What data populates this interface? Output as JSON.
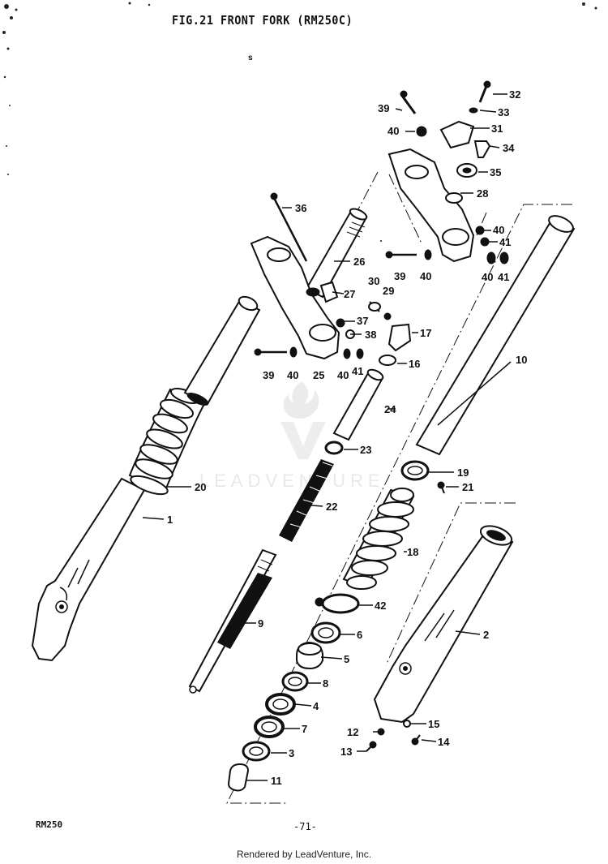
{
  "header": {
    "title": "FIG.21  FRONT FORK (RM250C)",
    "mark": "s"
  },
  "footer": {
    "model": "RM250",
    "page": "-71-",
    "rendered_by": "Rendered by LeadVenture, Inc."
  },
  "watermark": {
    "text": "LEADVENTURE"
  },
  "callouts": [
    {
      "id": "32",
      "text": "32"
    },
    {
      "id": "33",
      "text": "33"
    },
    {
      "id": "39a",
      "text": "39"
    },
    {
      "id": "31",
      "text": "31"
    },
    {
      "id": "40a",
      "text": "40"
    },
    {
      "id": "34",
      "text": "34"
    },
    {
      "id": "35",
      "text": "35"
    },
    {
      "id": "28",
      "text": "28"
    },
    {
      "id": "36",
      "text": "36"
    },
    {
      "id": "40b",
      "text": "40"
    },
    {
      "id": "41a",
      "text": "41"
    },
    {
      "id": "26",
      "text": "26"
    },
    {
      "id": "39b",
      "text": "39"
    },
    {
      "id": "40c",
      "text": "40"
    },
    {
      "id": "40d",
      "text": "40"
    },
    {
      "id": "41b",
      "text": "41"
    },
    {
      "id": "30",
      "text": "30"
    },
    {
      "id": "29",
      "text": "29"
    },
    {
      "id": "27",
      "text": "27"
    },
    {
      "id": "37",
      "text": "37"
    },
    {
      "id": "38",
      "text": "38"
    },
    {
      "id": "17",
      "text": "17"
    },
    {
      "id": "10",
      "text": "10"
    },
    {
      "id": "16",
      "text": "16"
    },
    {
      "id": "39c",
      "text": "39"
    },
    {
      "id": "40e",
      "text": "40"
    },
    {
      "id": "25",
      "text": "25"
    },
    {
      "id": "40f",
      "text": "40"
    },
    {
      "id": "41c",
      "text": "41"
    },
    {
      "id": "24",
      "text": "24"
    },
    {
      "id": "23",
      "text": "23"
    },
    {
      "id": "19",
      "text": "19"
    },
    {
      "id": "21",
      "text": "21"
    },
    {
      "id": "20",
      "text": "20"
    },
    {
      "id": "22",
      "text": "22"
    },
    {
      "id": "1",
      "text": "1"
    },
    {
      "id": "18",
      "text": "18"
    },
    {
      "id": "42",
      "text": "42"
    },
    {
      "id": "2",
      "text": "2"
    },
    {
      "id": "9",
      "text": "9"
    },
    {
      "id": "6",
      "text": "6"
    },
    {
      "id": "5",
      "text": "5"
    },
    {
      "id": "8",
      "text": "8"
    },
    {
      "id": "4",
      "text": "4"
    },
    {
      "id": "7",
      "text": "7"
    },
    {
      "id": "15",
      "text": "15"
    },
    {
      "id": "12",
      "text": "12"
    },
    {
      "id": "14",
      "text": "14"
    },
    {
      "id": "3",
      "text": "3"
    },
    {
      "id": "13",
      "text": "13"
    },
    {
      "id": "11",
      "text": "11"
    }
  ]
}
